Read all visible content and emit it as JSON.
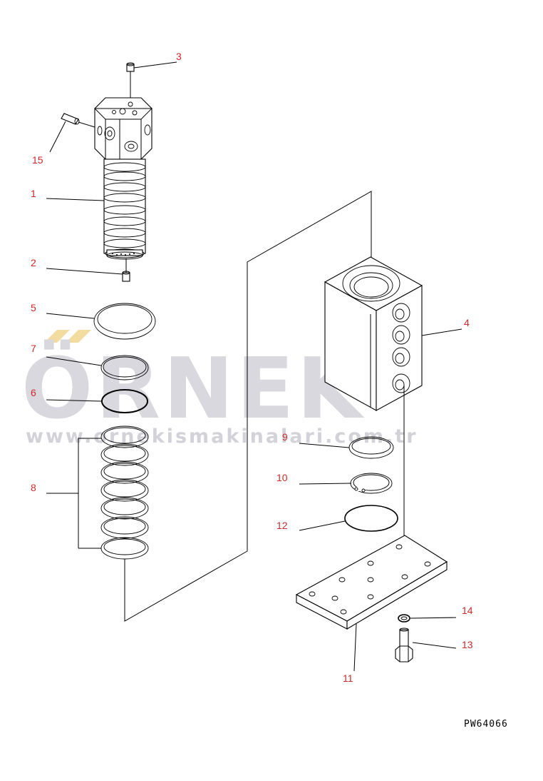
{
  "watermark": {
    "brand": "ÖRNEK",
    "url": "www.ornekismakinalari.com.tr",
    "color": "#d8d8de",
    "accent_color": "#f2dca0"
  },
  "callouts": {
    "p1": "1",
    "p2": "2",
    "p3": "3",
    "p4": "4",
    "p5": "5",
    "p6": "6",
    "p7": "7",
    "p8": "8",
    "p9": "9",
    "p10": "10",
    "p11": "11",
    "p12": "12",
    "p13": "13",
    "p14": "14",
    "p15": "15"
  },
  "callout_color": "#cc2a2a",
  "drawing_code": "PW64066"
}
